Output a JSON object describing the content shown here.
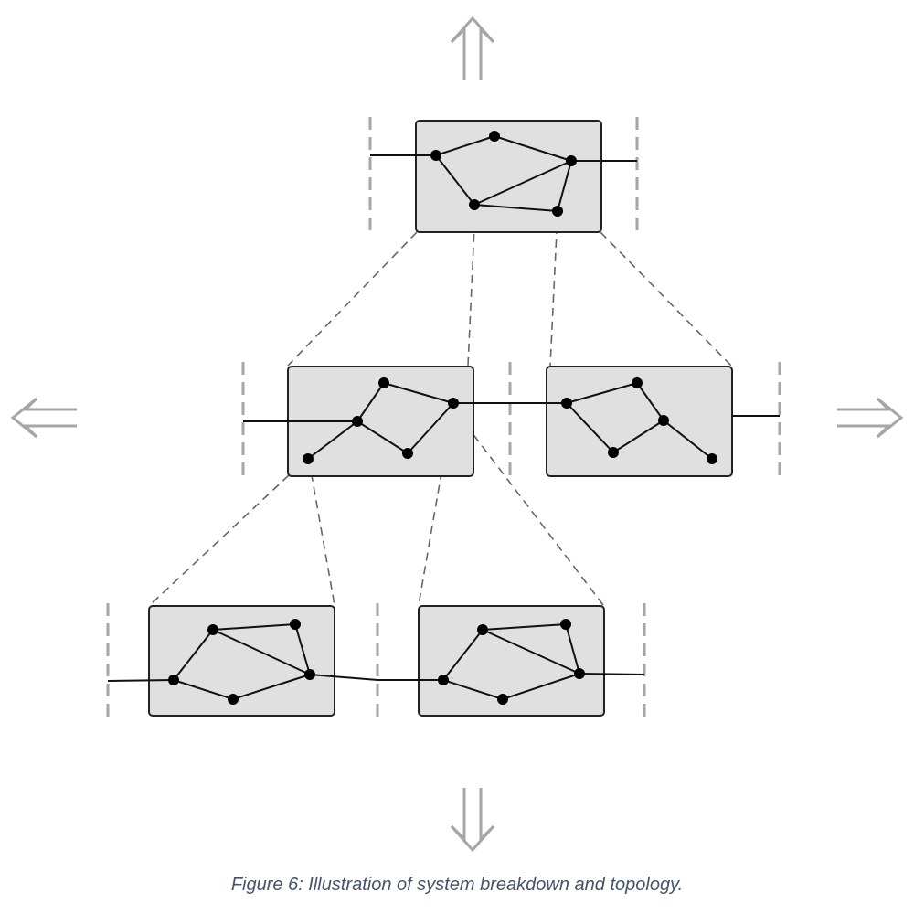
{
  "caption": "Figure 6: Illustration of system breakdown and topology.",
  "colors": {
    "box_fill": "#e0e0e0",
    "box_stroke": "#222222",
    "node": "#000000",
    "edge": "#111111",
    "dashed_link": "#666666",
    "boundary": "#a6a6a6",
    "arrow": "#a6a6a6",
    "caption": "#44546a"
  },
  "arrows": [
    {
      "name": "arrow-up-icon",
      "direction": "up"
    },
    {
      "name": "arrow-left-icon",
      "direction": "left"
    },
    {
      "name": "arrow-right-icon",
      "direction": "right"
    },
    {
      "name": "arrow-down-icon",
      "direction": "down"
    }
  ]
}
